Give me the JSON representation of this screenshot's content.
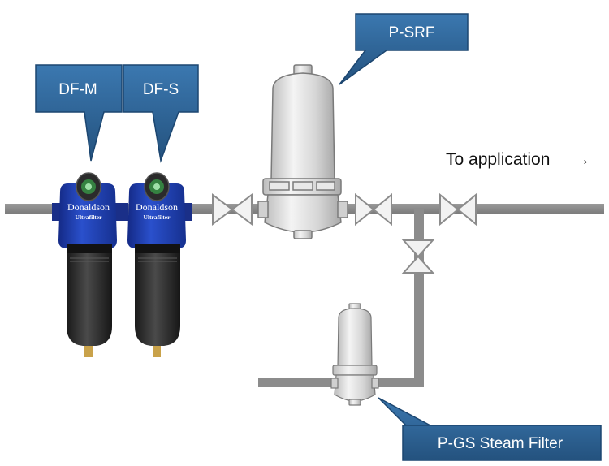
{
  "callouts": {
    "df_m": "DF-M",
    "df_s": "DF-S",
    "p_srf": "P-SRF",
    "p_gs": "P-GS  Steam Filter"
  },
  "outlet_label": "To application",
  "outlet_arrow": "→",
  "filter_brand": {
    "name": "Donaldson",
    "sub": "Ultrafilter"
  },
  "colors": {
    "pipe": "#8c8c8c",
    "callout_fill": "#2e6496",
    "filter_body_blue": "#1f3fb0",
    "filter_bowl": "#2a2a2a",
    "housing": "#d4d4d4"
  }
}
